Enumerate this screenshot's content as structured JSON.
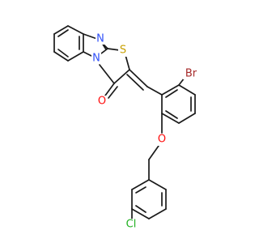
{
  "colors": {
    "carbon_bond": "#1a1a1a",
    "nitrogen": "#3050f8",
    "oxygen": "#ff0d0d",
    "sulfur": "#c8a000",
    "bromine": "#a62929",
    "chlorine": "#1fb01f"
  },
  "atom_labels": {
    "n_imine": "N",
    "n_ring": "N",
    "s_ring": "S",
    "o_carbonyl": "O",
    "br": "Br",
    "o_ether": "O",
    "cl": "Cl"
  }
}
